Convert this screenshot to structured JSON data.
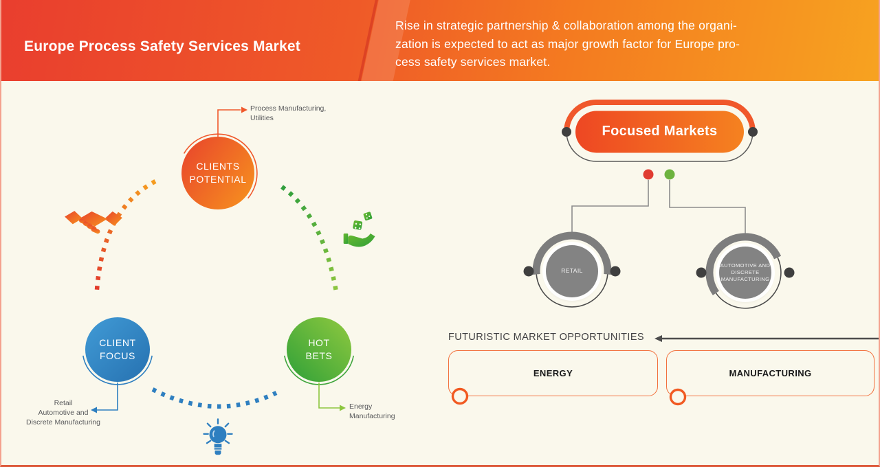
{
  "header": {
    "title": "Europe Process Safety Services Market",
    "description": "Rise in strategic partnership & collaboration among the organi-\nzation is expected to act as major growth factor for Europe pro-\ncess safety services market."
  },
  "cycle": {
    "clients_potential": {
      "label": "CLIENTS\nPOTENTIAL",
      "annotation": "Process Manufacturing,\nUtilities"
    },
    "client_focus": {
      "label": "CLIENT\nFOCUS",
      "annotation": "Retail\nAutomotive and\nDiscrete Manufacturing"
    },
    "hot_bets": {
      "label": "HOT\nBETS",
      "annotation": "Energy\nManufacturing"
    },
    "icons": {
      "handshake": "handshake-icon",
      "dice_in_hand": "dice-in-hand-icon",
      "lightbulb": "lightbulb-icon"
    }
  },
  "focused_markets": {
    "title": "Focused Markets",
    "nodes": [
      {
        "label": "RETAIL"
      },
      {
        "label": "AUTOMOTIVE AND\nDISCRETE\nMANUFACTURING"
      }
    ],
    "legend_colors": {
      "red": "#e03c31",
      "green": "#6db33f"
    }
  },
  "opportunities": {
    "heading": "FUTURISTIC MARKET OPPORTUNITIES",
    "items": [
      {
        "label": "ENERGY"
      },
      {
        "label": "MANUFACTURING"
      }
    ]
  },
  "colors": {
    "header_gradient_start": "#e93e2e",
    "header_gradient_end": "#f7a320",
    "background": "#faf8ec",
    "accent_orange": "#f0582b",
    "accent_blue": "#2e7fc0",
    "accent_green": "#3fa53c",
    "gray_node": "#838383",
    "frame_border": "#dd5b3c"
  }
}
